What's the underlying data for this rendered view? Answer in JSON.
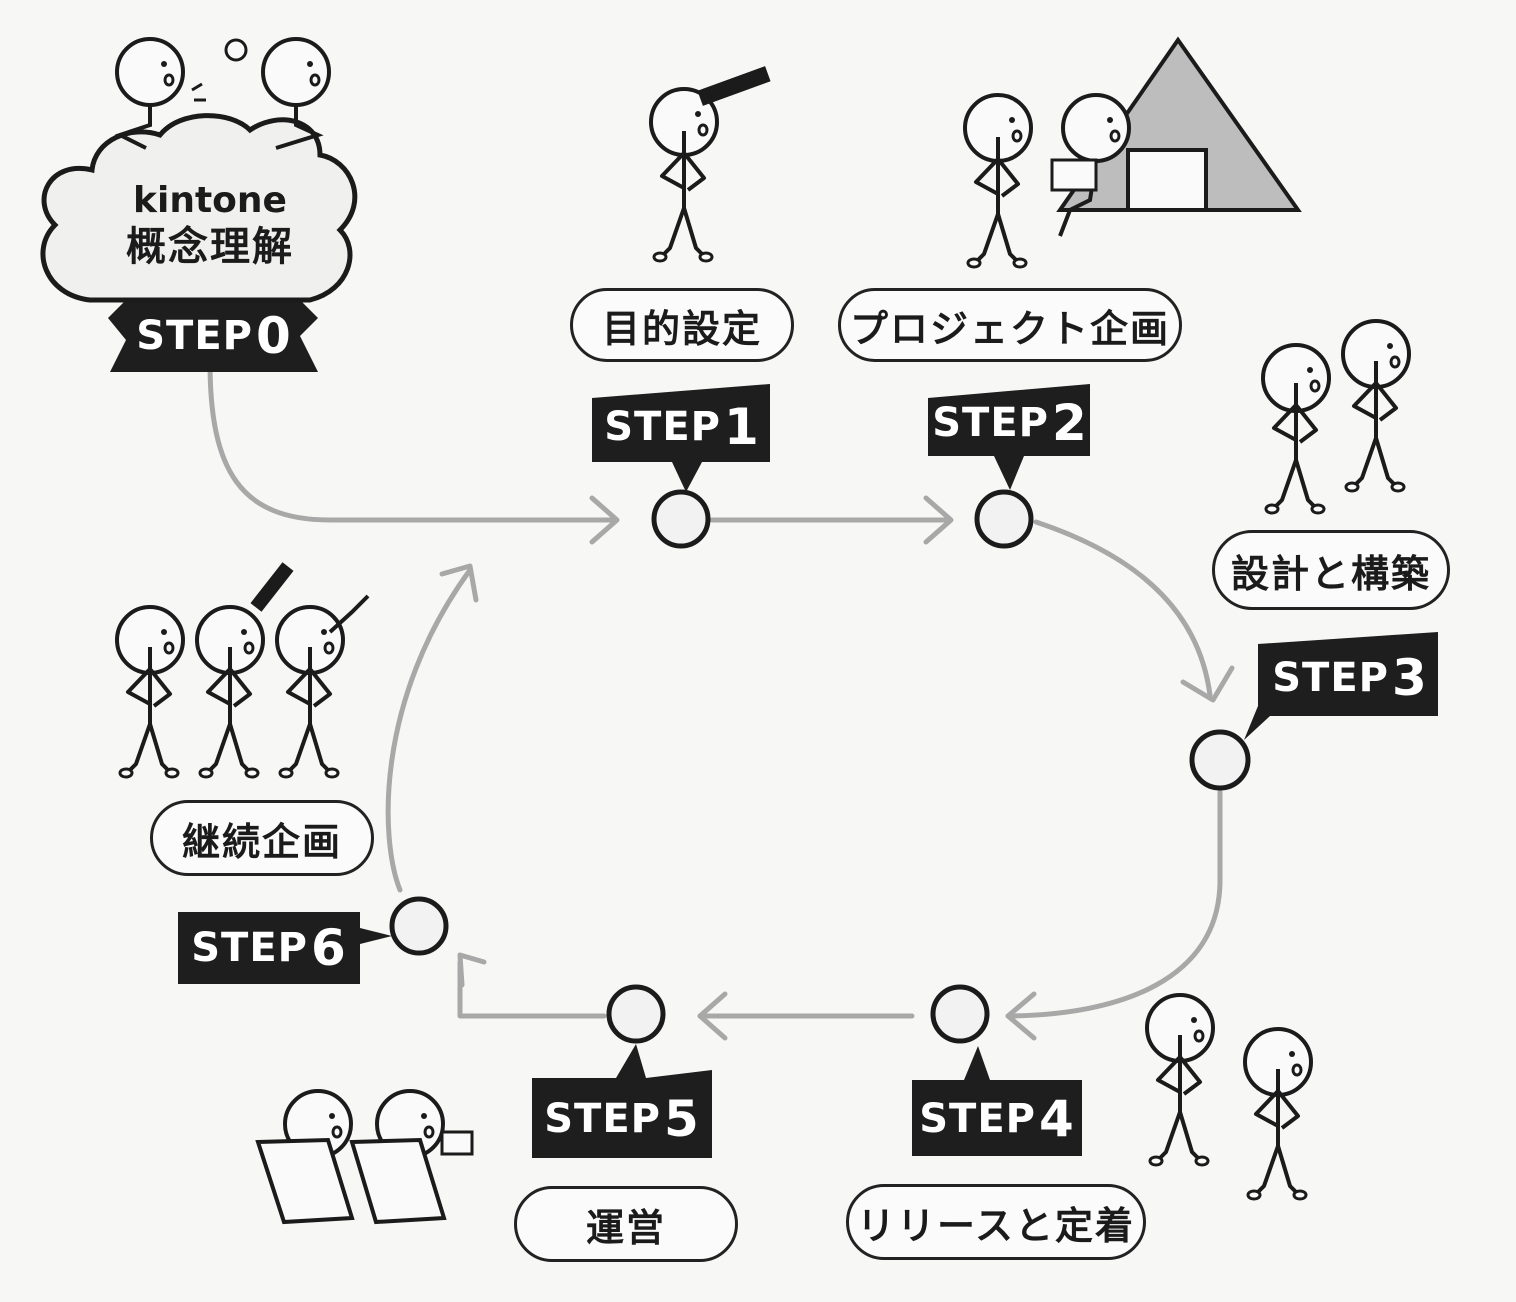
{
  "intro": {
    "line1": "kintone",
    "line2": "概念理解",
    "step_word": "STEP",
    "step_num": "0"
  },
  "steps": [
    {
      "word": "STEP",
      "num": "1",
      "label": "目的設定"
    },
    {
      "word": "STEP",
      "num": "2",
      "label": "プロジェクト企画"
    },
    {
      "word": "STEP",
      "num": "3",
      "label": "設計と構築"
    },
    {
      "word": "STEP",
      "num": "4",
      "label": "リリースと定着"
    },
    {
      "word": "STEP",
      "num": "5",
      "label": "運営"
    },
    {
      "word": "STEP",
      "num": "6",
      "label": "継続企画"
    }
  ],
  "colors": {
    "ink": "#1b1b1b",
    "arrow": "#a8a8a8",
    "banner": "#1e1e1e",
    "node_fill": "#f2f2f2",
    "pyramid": "#bdbdbd"
  }
}
